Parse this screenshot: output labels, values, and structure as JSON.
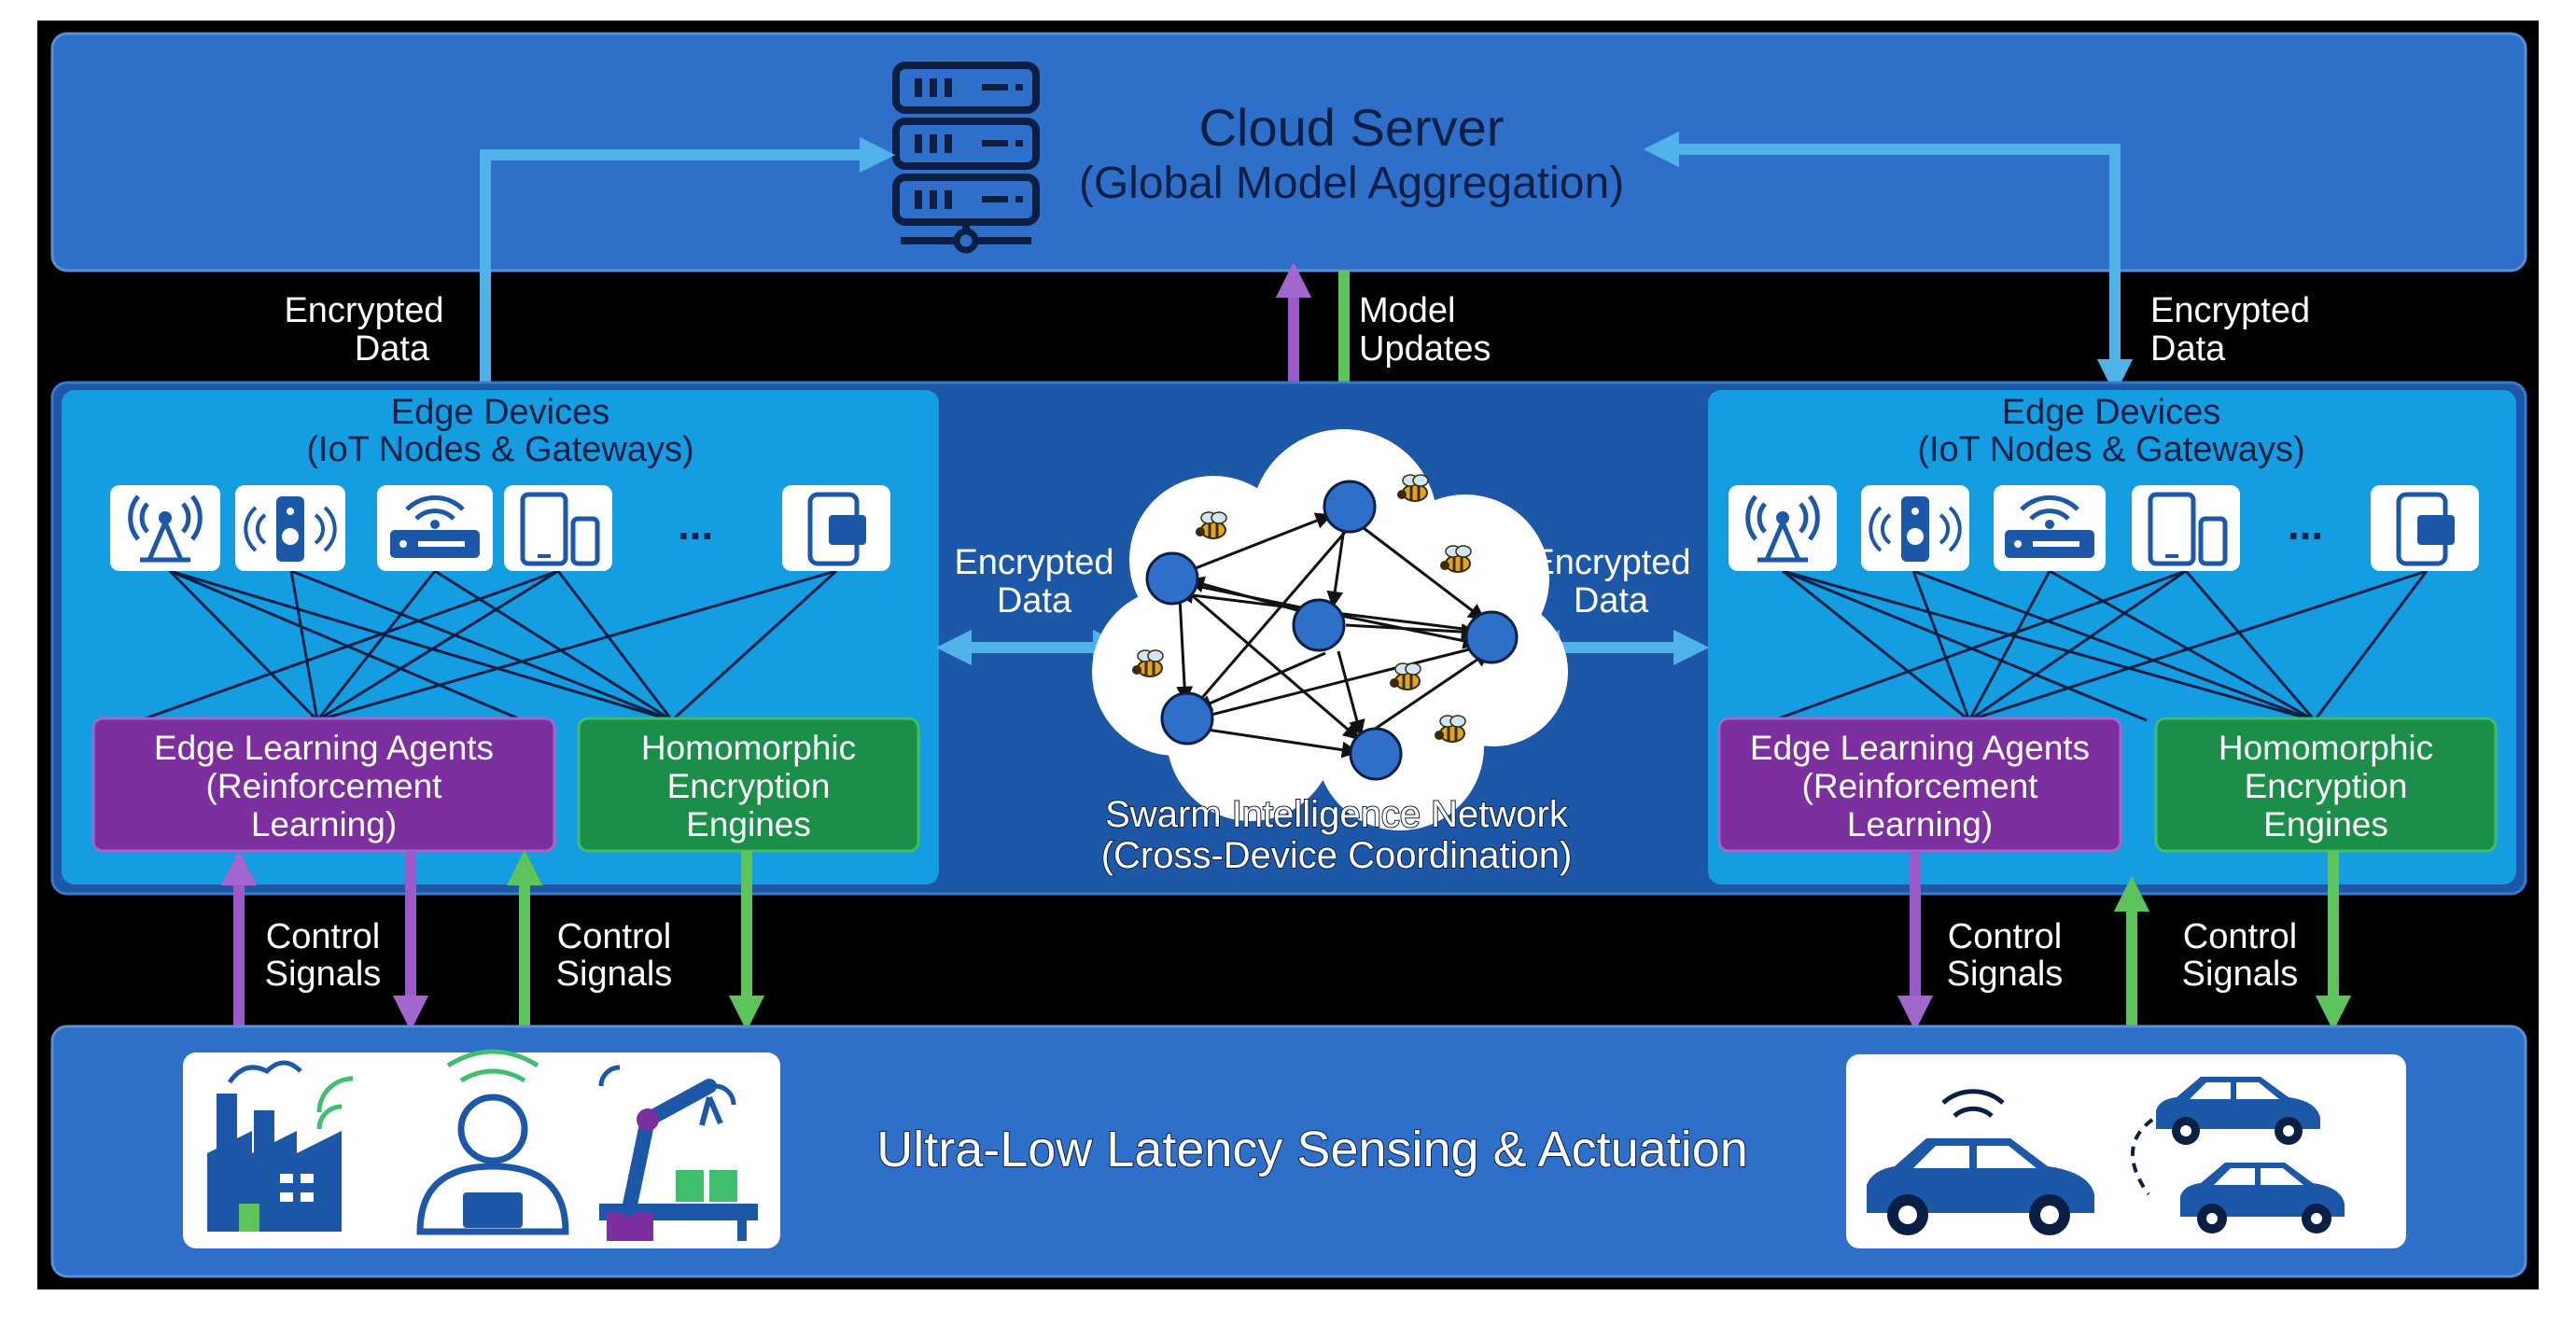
{
  "cloud": {
    "title": "Cloud Server",
    "subtitle": "(Global Model Aggregation)",
    "icon": "server-rack-icon"
  },
  "links": {
    "encrypted_data_left_1": "Encrypted",
    "encrypted_data_left_2": "Data",
    "encrypted_data_right_1": "Encrypted",
    "encrypted_data_right_2": "Data",
    "model_updates_1": "Model",
    "model_updates_2": "Updates",
    "swarm_left_1": "Encrypted",
    "swarm_left_2": "Data",
    "swarm_right_1": "Encrypted",
    "swarm_right_2": "Data",
    "control_1a": "Control",
    "control_1b": "Signals",
    "control_2a": "Control",
    "control_2b": "Signals",
    "control_3a": "Control",
    "control_3b": "Signals",
    "control_4a": "Control",
    "control_4b": "Signals"
  },
  "edge_left": {
    "title": "Edge Devices",
    "subtitle": "(IoT Nodes & Gateways)",
    "ellipsis": "...",
    "agents": [
      "Edge Learning Agents",
      "(Reinforcement",
      "Learning)"
    ],
    "encryption": [
      "Homomorphic",
      "Encryption",
      "Engines"
    ]
  },
  "edge_right": {
    "title": "Edge Devices",
    "subtitle": "(IoT Nodes & Gateways)",
    "ellipsis": "...",
    "agents": [
      "Edge Learning Agents",
      "(Reinforcement",
      "Learning)"
    ],
    "encryption": [
      "Homomorphic",
      "Encryption",
      "Engines"
    ]
  },
  "device_icons": [
    "antenna-tower-icon",
    "smart-speaker-icon",
    "wifi-router-icon",
    "phone-tablet-icon",
    "smartphone-icon"
  ],
  "swarm": {
    "title": "Swarm Intelligence Network",
    "subtitle": "(Cross-Device Coordination)"
  },
  "bottom": {
    "title": "Ultra-Low Latency Sensing & Actuation",
    "left_icons": [
      "factory-icon",
      "operator-headset-icon",
      "robot-arm-icon"
    ],
    "right_icons": [
      "connected-car-icon",
      "car-icon",
      "car-icon"
    ]
  },
  "colors": {
    "background": "#000000",
    "panel_blue": "#2e6fc9",
    "edge_blue": "#149de0",
    "light_arrow": "#4fb2e8",
    "purple": "#7c2f9e",
    "green": "#1b8f4a",
    "purple_arrow": "#9b59c9",
    "green_arrow": "#5cc45a"
  }
}
